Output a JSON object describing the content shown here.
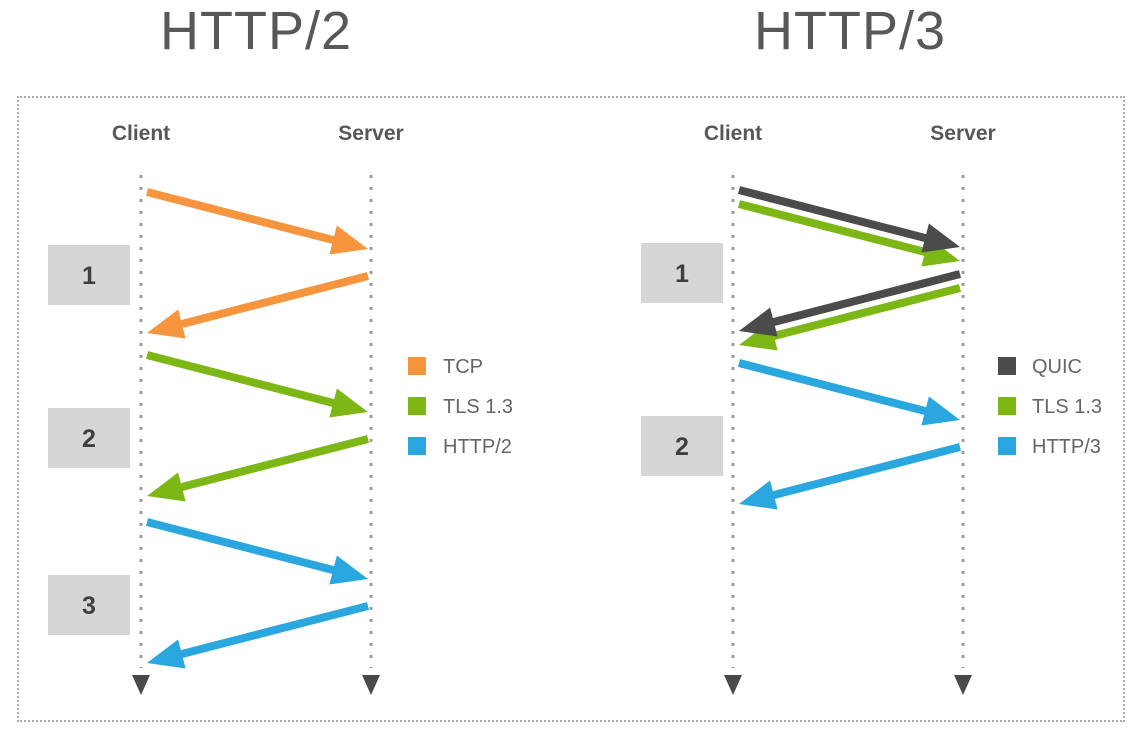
{
  "colors": {
    "title_text": "#57585A",
    "endpoint_label_text": "#57585A",
    "lifeline_dot": "#9E9E9E",
    "lifeline_arrowhead": "#4A4A4A",
    "step_box_fill": "#D6D6D6",
    "step_box_text": "#404040",
    "legend_text": "#646567",
    "border": "#ABABAB",
    "tcp_orange": "#F7953E",
    "tls_green": "#7CB716",
    "http_blue": "#2AA7DE",
    "quic_gray": "#4B4B4B"
  },
  "protocol_colors": {
    "TCP": "#F7953E",
    "TLS 1.3": "#7CB716",
    "HTTP/2": "#2AA7DE",
    "QUIC": "#4B4B4B",
    "HTTP/3": "#2AA7DE"
  },
  "panels": [
    {
      "id": "http2",
      "title": "HTTP/2",
      "client_label": "Client",
      "server_label": "Server",
      "rounds": [
        {
          "number": "1",
          "protocols": [
            "TCP"
          ]
        },
        {
          "number": "2",
          "protocols": [
            "TLS 1.3"
          ]
        },
        {
          "number": "3",
          "protocols": [
            "HTTP/2"
          ]
        }
      ],
      "legend": [
        {
          "label": "TCP",
          "color": "#F7953E"
        },
        {
          "label": "TLS 1.3",
          "color": "#7CB716"
        },
        {
          "label": "HTTP/2",
          "color": "#2AA7DE"
        }
      ]
    },
    {
      "id": "http3",
      "title": "HTTP/3",
      "client_label": "Client",
      "server_label": "Server",
      "rounds": [
        {
          "number": "1",
          "protocols": [
            "QUIC",
            "TLS 1.3"
          ]
        },
        {
          "number": "2",
          "protocols": [
            "HTTP/3"
          ]
        }
      ],
      "legend": [
        {
          "label": "QUIC",
          "color": "#4B4B4B"
        },
        {
          "label": "TLS 1.3",
          "color": "#7CB716"
        },
        {
          "label": "HTTP/3",
          "color": "#2AA7DE"
        }
      ]
    }
  ]
}
